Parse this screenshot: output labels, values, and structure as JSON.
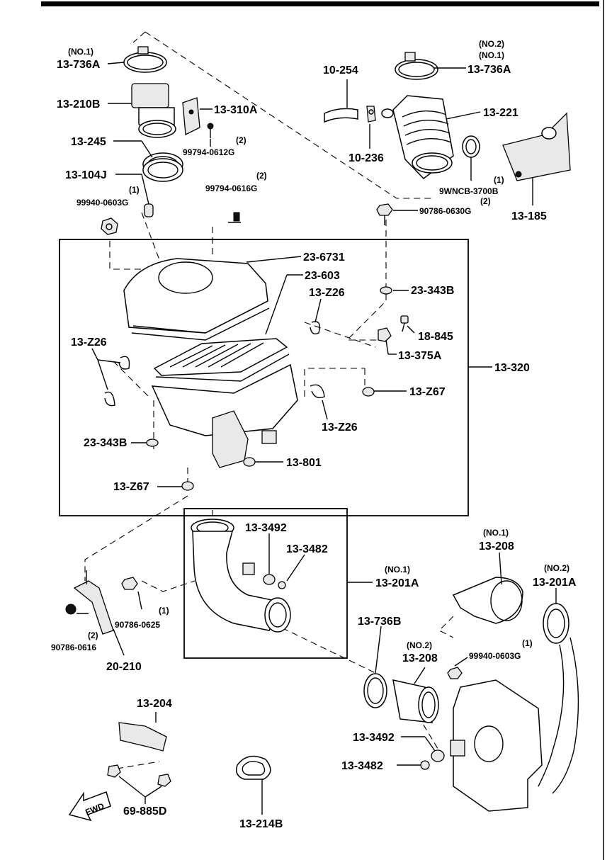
{
  "labels": {
    "l_13_736a_no1_tag": "(NO.1)",
    "l_13_736a_left": "13-736A",
    "l_13_210b": "13-210B",
    "l_13_310a": "13-310A",
    "l_99794_0612g_qty": "(2)",
    "l_99794_0612g": "99794-0612G",
    "l_13_245": "13-245",
    "l_13_104j": "13-104J",
    "l_99794_0616g_qty": "(2)",
    "l_99794_0616g": "99794-0616G",
    "l_99940_qty_top": "(1)",
    "l_99940_0603g_top": "99940-0603G",
    "l_10_254": "10-254",
    "l_no2_tag": "(NO.2)",
    "l_no1_tag": "(NO.1)",
    "l_13_736a_right": "13-736A",
    "l_13_221": "13-221",
    "l_10_236": "10-236",
    "l_9wncb_qty": "(1)",
    "l_9wncb_3700b": "9WNCB-3700B",
    "l_9wncb_qty2": "(2)",
    "l_13_185": "13-185",
    "l_90786_0630g": "90786-0630G",
    "l_23_6731": "23-6731",
    "l_23_603": "23-603",
    "l_13_z26_a": "13-Z26",
    "l_23_343b_right": "23-343B",
    "l_18_845": "18-845",
    "l_13_375a": "13-375A",
    "l_13_z26_b": "13-Z26",
    "l_13_320": "13-320",
    "l_13_z67_right": "13-Z67",
    "l_13_z26_c": "13-Z26",
    "l_23_343b_left": "23-343B",
    "l_13_801": "13-801",
    "l_13_z67_left": "13-Z67",
    "l_13_3492_top": "13-3492",
    "l_13_3482_top": "13-3482",
    "l_13_201a_no1_tag": "(NO.1)",
    "l_13_201a_no1": "13-201A",
    "l_13_208_no1_tag": "(NO.1)",
    "l_13_208_no1": "13-208",
    "l_13_201a_no2_tag": "(NO.2)",
    "l_13_201a_no2": "13-201A",
    "l_90786_0625_qty": "(1)",
    "l_90786_0625": "90786-0625",
    "l_90786_0616_qty": "(2)",
    "l_90786_0616": "90786-0616",
    "l_20_210": "20-210",
    "l_13_736b": "13-736B",
    "l_13_208_no2_tag": "(NO.2)",
    "l_13_208_no2": "13-208",
    "l_99940_qty_bottom": "(1)",
    "l_99940_0603g_bottom": "99940-0603G",
    "l_13_204": "13-204",
    "l_13_3492_bottom": "13-3492",
    "l_13_3482_bottom": "13-3482",
    "l_69_885d": "69-885D",
    "l_13_214b": "13-214B",
    "fwd": "FWD"
  }
}
